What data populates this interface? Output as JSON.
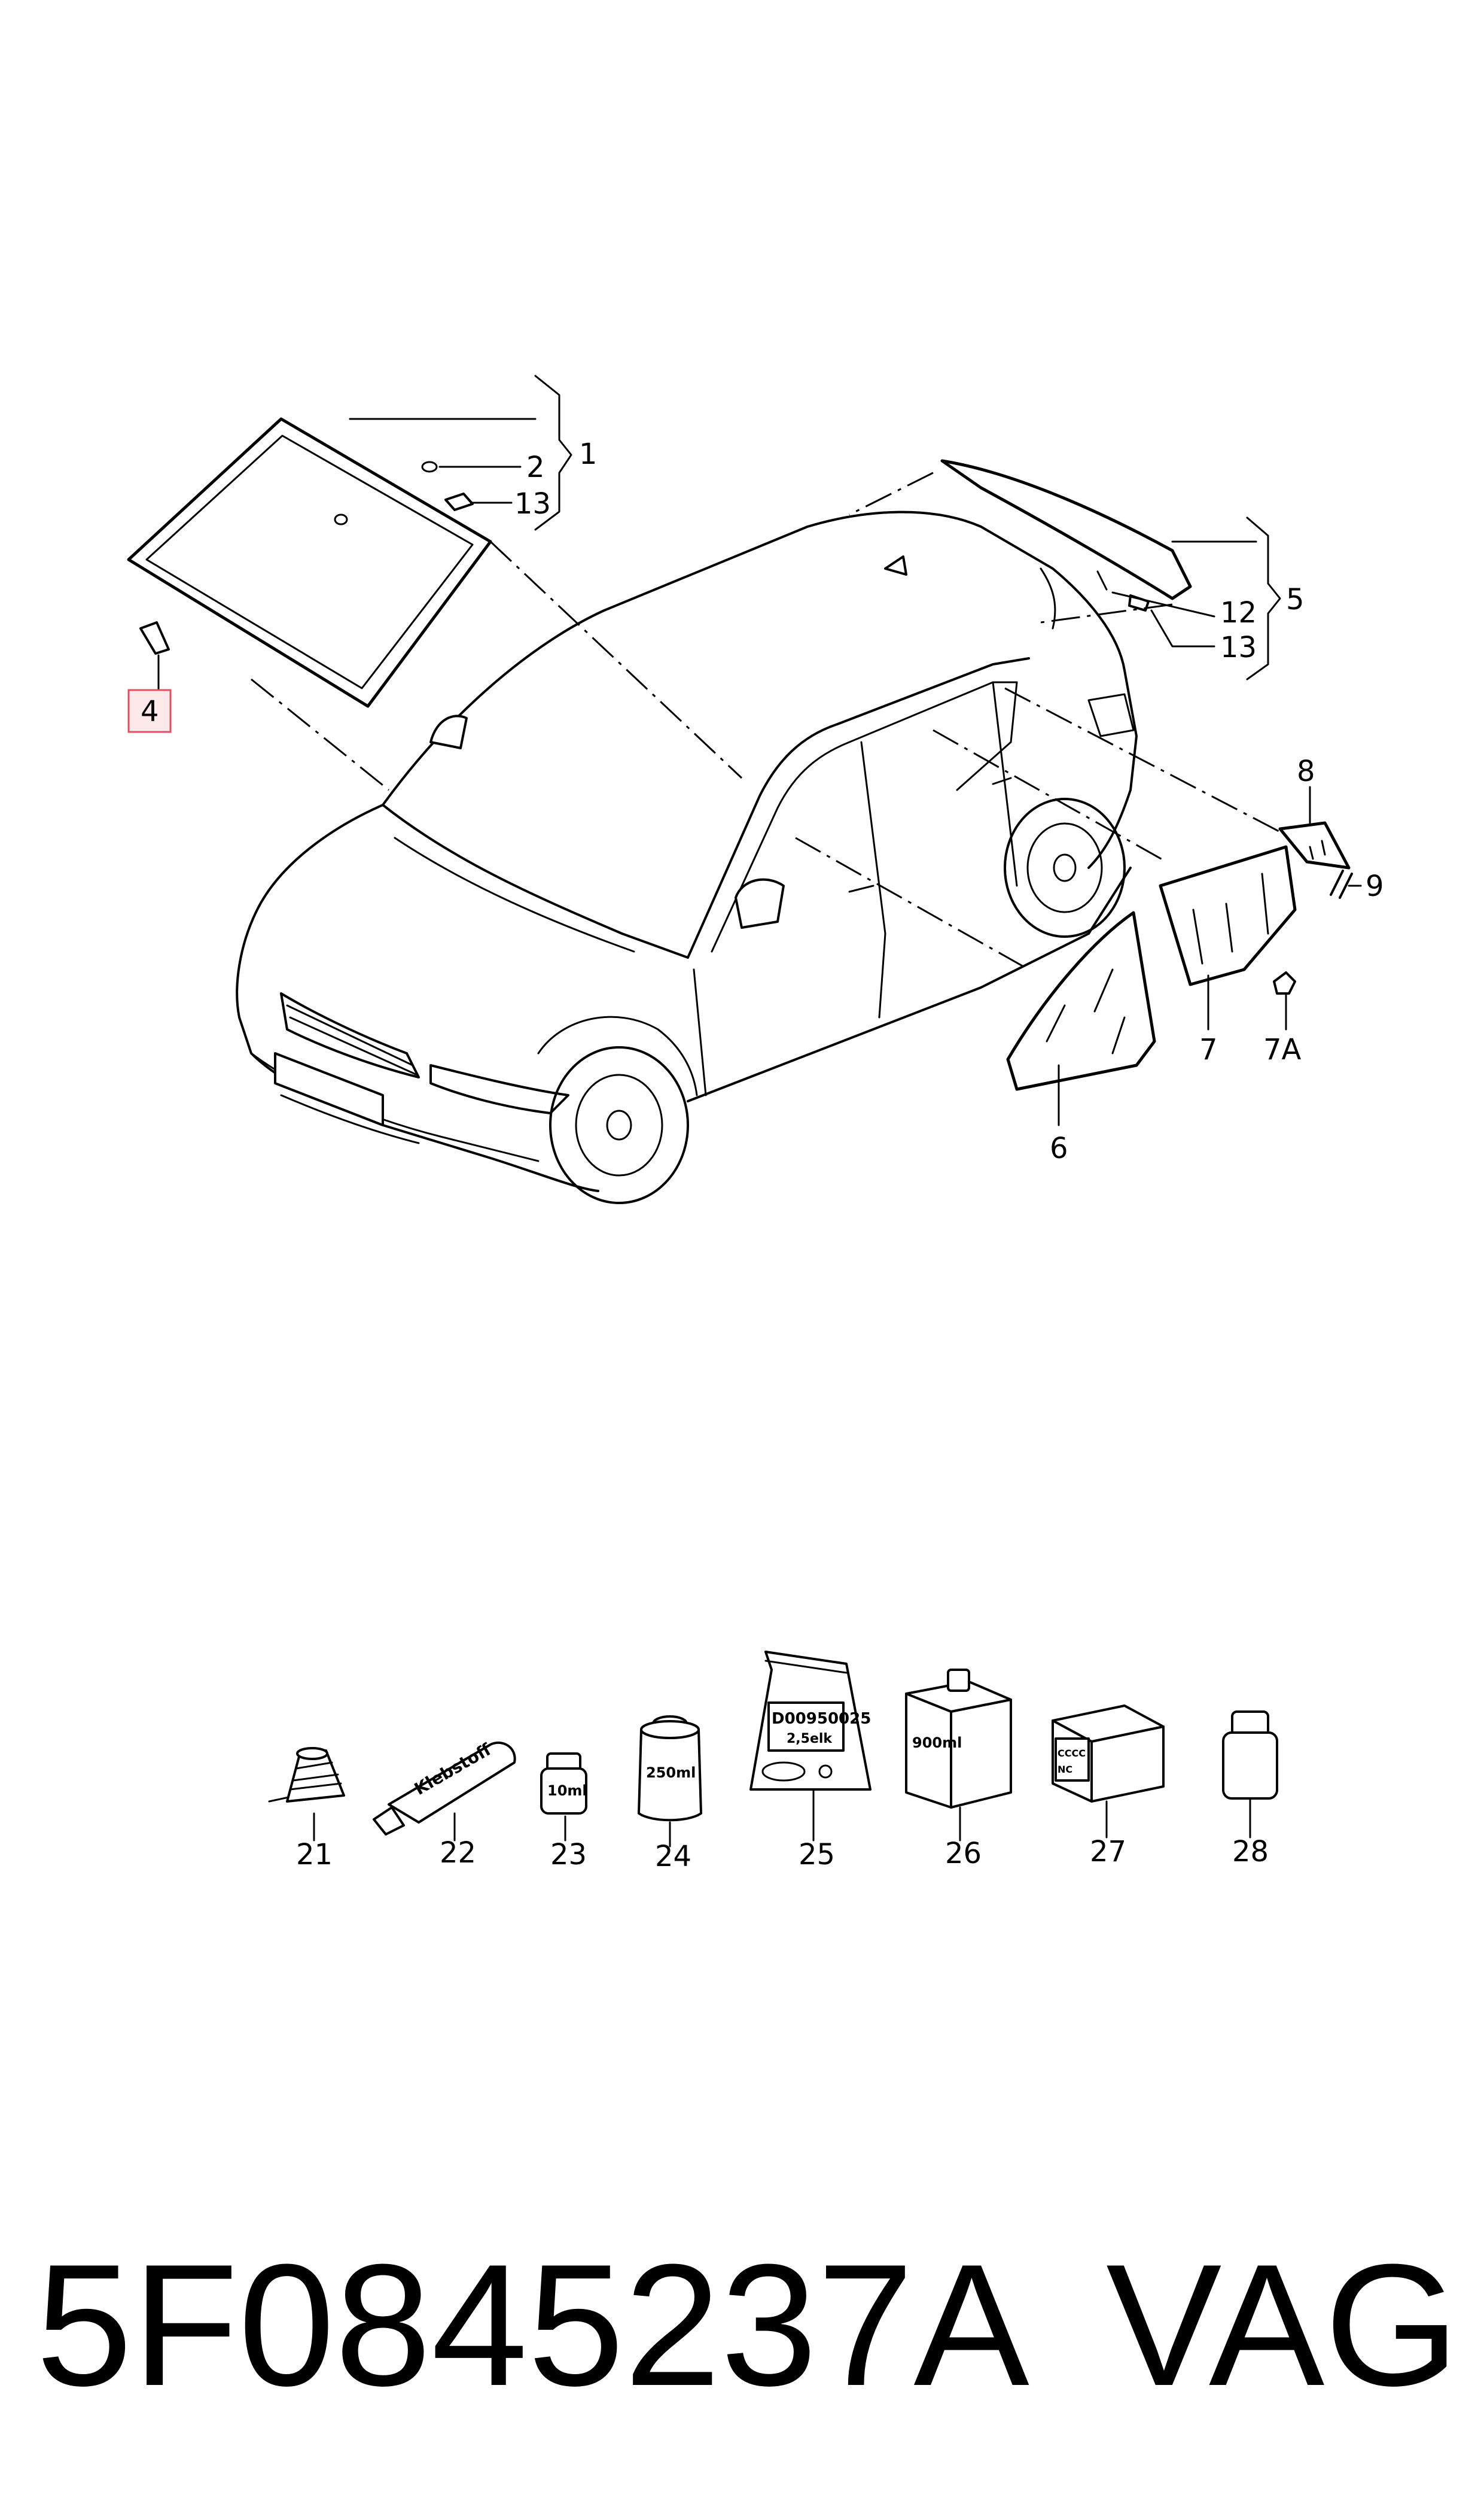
{
  "callouts": {
    "c1": "1",
    "c2": "2",
    "c13a": "13",
    "c4": "4",
    "c5": "5",
    "c12": "12",
    "c13b": "13",
    "c8": "8",
    "c9": "9",
    "c7": "7",
    "c7a": "7A",
    "c6": "6",
    "c21": "21",
    "c22": "22",
    "c23": "23",
    "c24": "24",
    "c25": "25",
    "c26": "26",
    "c27": "27",
    "c28": "28"
  },
  "highlight": {
    "color": "#e05060"
  },
  "packages": {
    "tube_text": "Klebstoff",
    "bottle_small": "10ml",
    "can": "250ml",
    "bag_line1": "D00950025",
    "bag_line2": "2,5elk",
    "box": "900ml",
    "small_box_line1": "CCCC",
    "small_box_line2": "NC"
  },
  "footer": {
    "part_number": "5F0845237A",
    "brand": "VAG"
  }
}
